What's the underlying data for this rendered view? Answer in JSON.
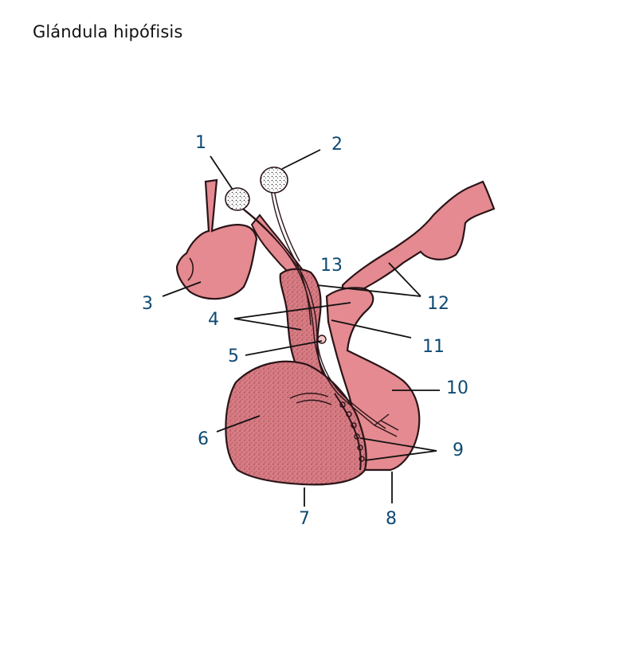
{
  "title": "Glándula hipófisis",
  "colors": {
    "tissue": "#e48a90",
    "tissue_dark": "#c9727a",
    "stipple": "#a5525a",
    "outline": "#2a1418",
    "label": "#0f4a73",
    "leader": "#111111"
  },
  "labels": {
    "l1": "1",
    "l2": "2",
    "l3": "3",
    "l4": "4",
    "l5": "5",
    "l6": "6",
    "l7": "7",
    "l8": "8",
    "l9": "9",
    "l10": "10",
    "l11": "11",
    "l12": "12",
    "l13": "13"
  }
}
